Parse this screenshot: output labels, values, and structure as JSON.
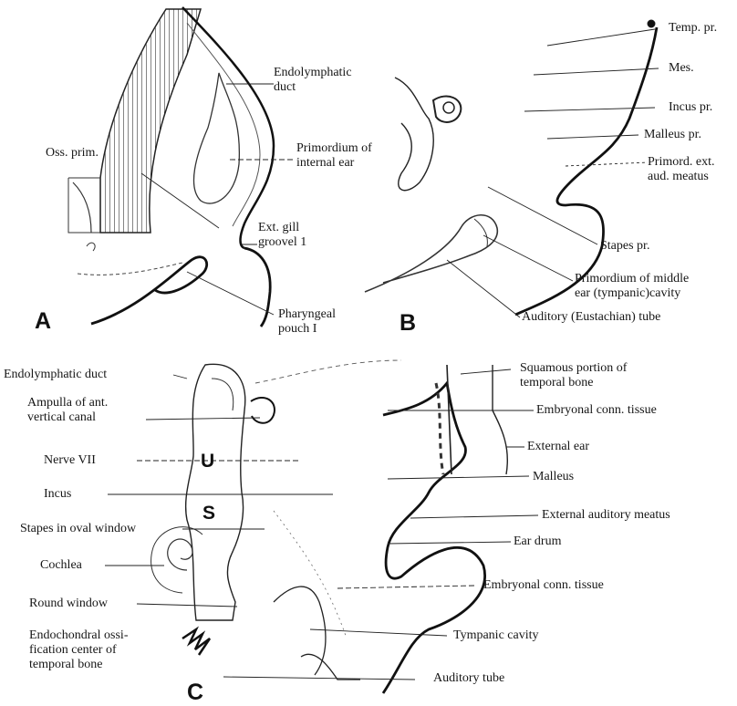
{
  "panels": {
    "a": "A",
    "b": "B",
    "c": "C"
  },
  "panel_a": {
    "oss_prim": "Oss. prim.",
    "endolymphatic_duct": "Endolymphatic\nduct",
    "primordium_internal_ear": "Primordium of\ninternal ear",
    "ext_gill_groove": "Ext. gill\ngroovel 1",
    "pharyngeal_pouch": "Pharyngeal\npouch I"
  },
  "panel_b": {
    "temp_pr": "Temp. pr.",
    "mes": "Mes.",
    "incus_pr": "Incus pr.",
    "malleus_pr": "Malleus pr.",
    "primord_ext_aud_meatus": "Primord. ext.\naud. meatus",
    "stapes_pr": "Stapes pr.",
    "primordium_middle_ear": "Primordium of middle\near (tympanic)cavity",
    "auditory_eustachian_tube": "Auditory (Eustachian) tube"
  },
  "panel_c": {
    "u": "U",
    "s": "S",
    "endolymphatic_duct": "Endolymphatic duct",
    "ampulla": "Ampulla of ant.\nvertical canal",
    "nerve_vii": "Nerve VII",
    "incus": "Incus",
    "stapes_oval_window": "Stapes in oval window",
    "cochlea": "Cochlea",
    "round_window": "Round window",
    "endochondral": "Endochondral ossi-\nfication center of\ntemporal bone",
    "squamous": "Squamous portion of\ntemporal bone",
    "embryonal_conn_tissue_top": "Embryonal conn. tissue",
    "external_ear": "External ear",
    "malleus": "Malleus",
    "external_auditory_meatus": "External auditory meatus",
    "ear_drum": "Ear drum",
    "embryonal_conn_tissue_bottom": "Embryonal conn. tissue",
    "tympanic_cavity": "Tympanic cavity",
    "auditory_tube": "Auditory tube"
  }
}
